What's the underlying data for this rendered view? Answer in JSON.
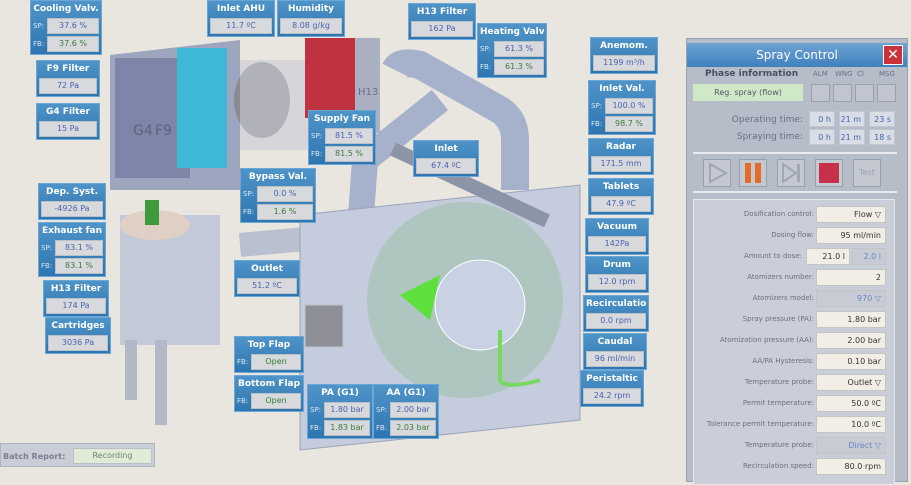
{
  "tags": {
    "cooling_valve": {
      "title": "Cooling Valv.",
      "sp": "37.6 %",
      "fb": "37.6 %"
    },
    "inlet_ahu": {
      "title": "Inlet AHU",
      "value": "11.7 ºC"
    },
    "humidity": {
      "title": "Humidity",
      "value": "8.08 g/kg"
    },
    "h13_filter_top": {
      "title": "H13 Filter",
      "value": "162 Pa"
    },
    "heating_valve": {
      "title": "Heating Valv.",
      "sp": "61.3 %",
      "fb": "61.3 %"
    },
    "f9_filter": {
      "title": "F9 Filter",
      "value": "72 Pa"
    },
    "g4_filter": {
      "title": "G4 Filter",
      "value": "15 Pa"
    },
    "supply_fan": {
      "title": "Supply Fan",
      "sp": "81.5 %",
      "fb": "81.5 %"
    },
    "anemom": {
      "title": "Anemom.",
      "value": "1199 m³/h"
    },
    "inlet_valve": {
      "title": "Inlet Val.",
      "sp": "100.0 %",
      "fb": "98.7 %"
    },
    "inlet": {
      "title": "Inlet",
      "value": "67.4 ºC"
    },
    "radar": {
      "title": "Radar",
      "value": "171.5 mm"
    },
    "tablets": {
      "title": "Tablets",
      "value": "47.9 ºC"
    },
    "bypass_valve": {
      "title": "Bypass Val.",
      "sp": "0.0 %",
      "fb": "1.6 %"
    },
    "dep_syst": {
      "title": "Dep. Syst.",
      "value": "-4926 Pa"
    },
    "exhaust_fan": {
      "title": "Exhaust fan",
      "sp": "83.1 %",
      "fb": "83.1 %"
    },
    "h13_filter_left": {
      "title": "H13 Filter",
      "value": "174 Pa"
    },
    "cartridges": {
      "title": "Cartridges",
      "value": "3036 Pa"
    },
    "outlet": {
      "title": "Outlet",
      "value": "51.2 ºC"
    },
    "vacuum": {
      "title": "Vacuum",
      "value": "142Pa"
    },
    "drum": {
      "title": "Drum",
      "value": "12.0 rpm"
    },
    "recirculation": {
      "title": "Recirculation",
      "value": "0.0 rpm"
    },
    "caudal": {
      "title": "Caudal",
      "value": "96 ml/min"
    },
    "peristaltic": {
      "title": "Peristaltic",
      "value": "24.2 rpm"
    },
    "top_flap": {
      "title": "Top Flap",
      "fb": "Open"
    },
    "bottom_flap": {
      "title": "Bottom Flap",
      "fb": "Open"
    },
    "pa_g1": {
      "title": "PA (G1)",
      "sp": "1.80 bar",
      "fb": "1.83 bar"
    },
    "aa_g1": {
      "title": "AA (G1)",
      "sp": "2.00 bar",
      "fb": "2.03 bar"
    }
  },
  "labels": {
    "sp": "SP:",
    "fb": "FB:"
  },
  "equipment_labels": {
    "g4": "G4",
    "f9": "F9",
    "h13": "H13"
  },
  "batch_report": {
    "label": "Batch Report:",
    "value": "Recording"
  },
  "spray_control": {
    "title": "Spray Control",
    "close": "✕",
    "phase_label": "Phase information",
    "phase_value": "Reg. spray (flow)",
    "indicators": [
      "ALM",
      "WNG",
      "CI",
      "MSG"
    ],
    "operating_label": "Operating time:",
    "operating": [
      "0 h",
      "21 m",
      "23 s"
    ],
    "spraying_label": "Spraying time:",
    "spraying": [
      "0 h",
      "21 m",
      "18 s"
    ],
    "test_label": "Test",
    "fields": [
      {
        "label": "Dosification control:",
        "value": "Flow ▽"
      },
      {
        "label": "Dosing flow:",
        "value": "95 ml/min"
      },
      {
        "label": "Amount to dose:",
        "value": "21.0 l",
        "value2": "2.0 l"
      },
      {
        "label": "Atomizers number:",
        "value": "2"
      },
      {
        "label": "Atomizers model:",
        "value": "970 ▽",
        "disabled": true
      },
      {
        "label": "Spray pressure (PA):",
        "value": "1.80 bar"
      },
      {
        "label": "Atomization pressure (AA):",
        "value": "2.00 bar"
      },
      {
        "label": "AA/PA Hysteresis:",
        "value": "0.10 bar"
      },
      {
        "label": "Temperature probe:",
        "value": "Outlet ▽"
      },
      {
        "label": "Permit temperature:",
        "value": "50.0 ºC"
      },
      {
        "label": "Tolerance permit temperature:",
        "value": "10.0 ºC"
      },
      {
        "label": "Temperature probe:",
        "value": "Direct ▽",
        "disabled": true
      },
      {
        "label": "Recirculation speed:",
        "value": "80.0 rpm"
      }
    ]
  }
}
